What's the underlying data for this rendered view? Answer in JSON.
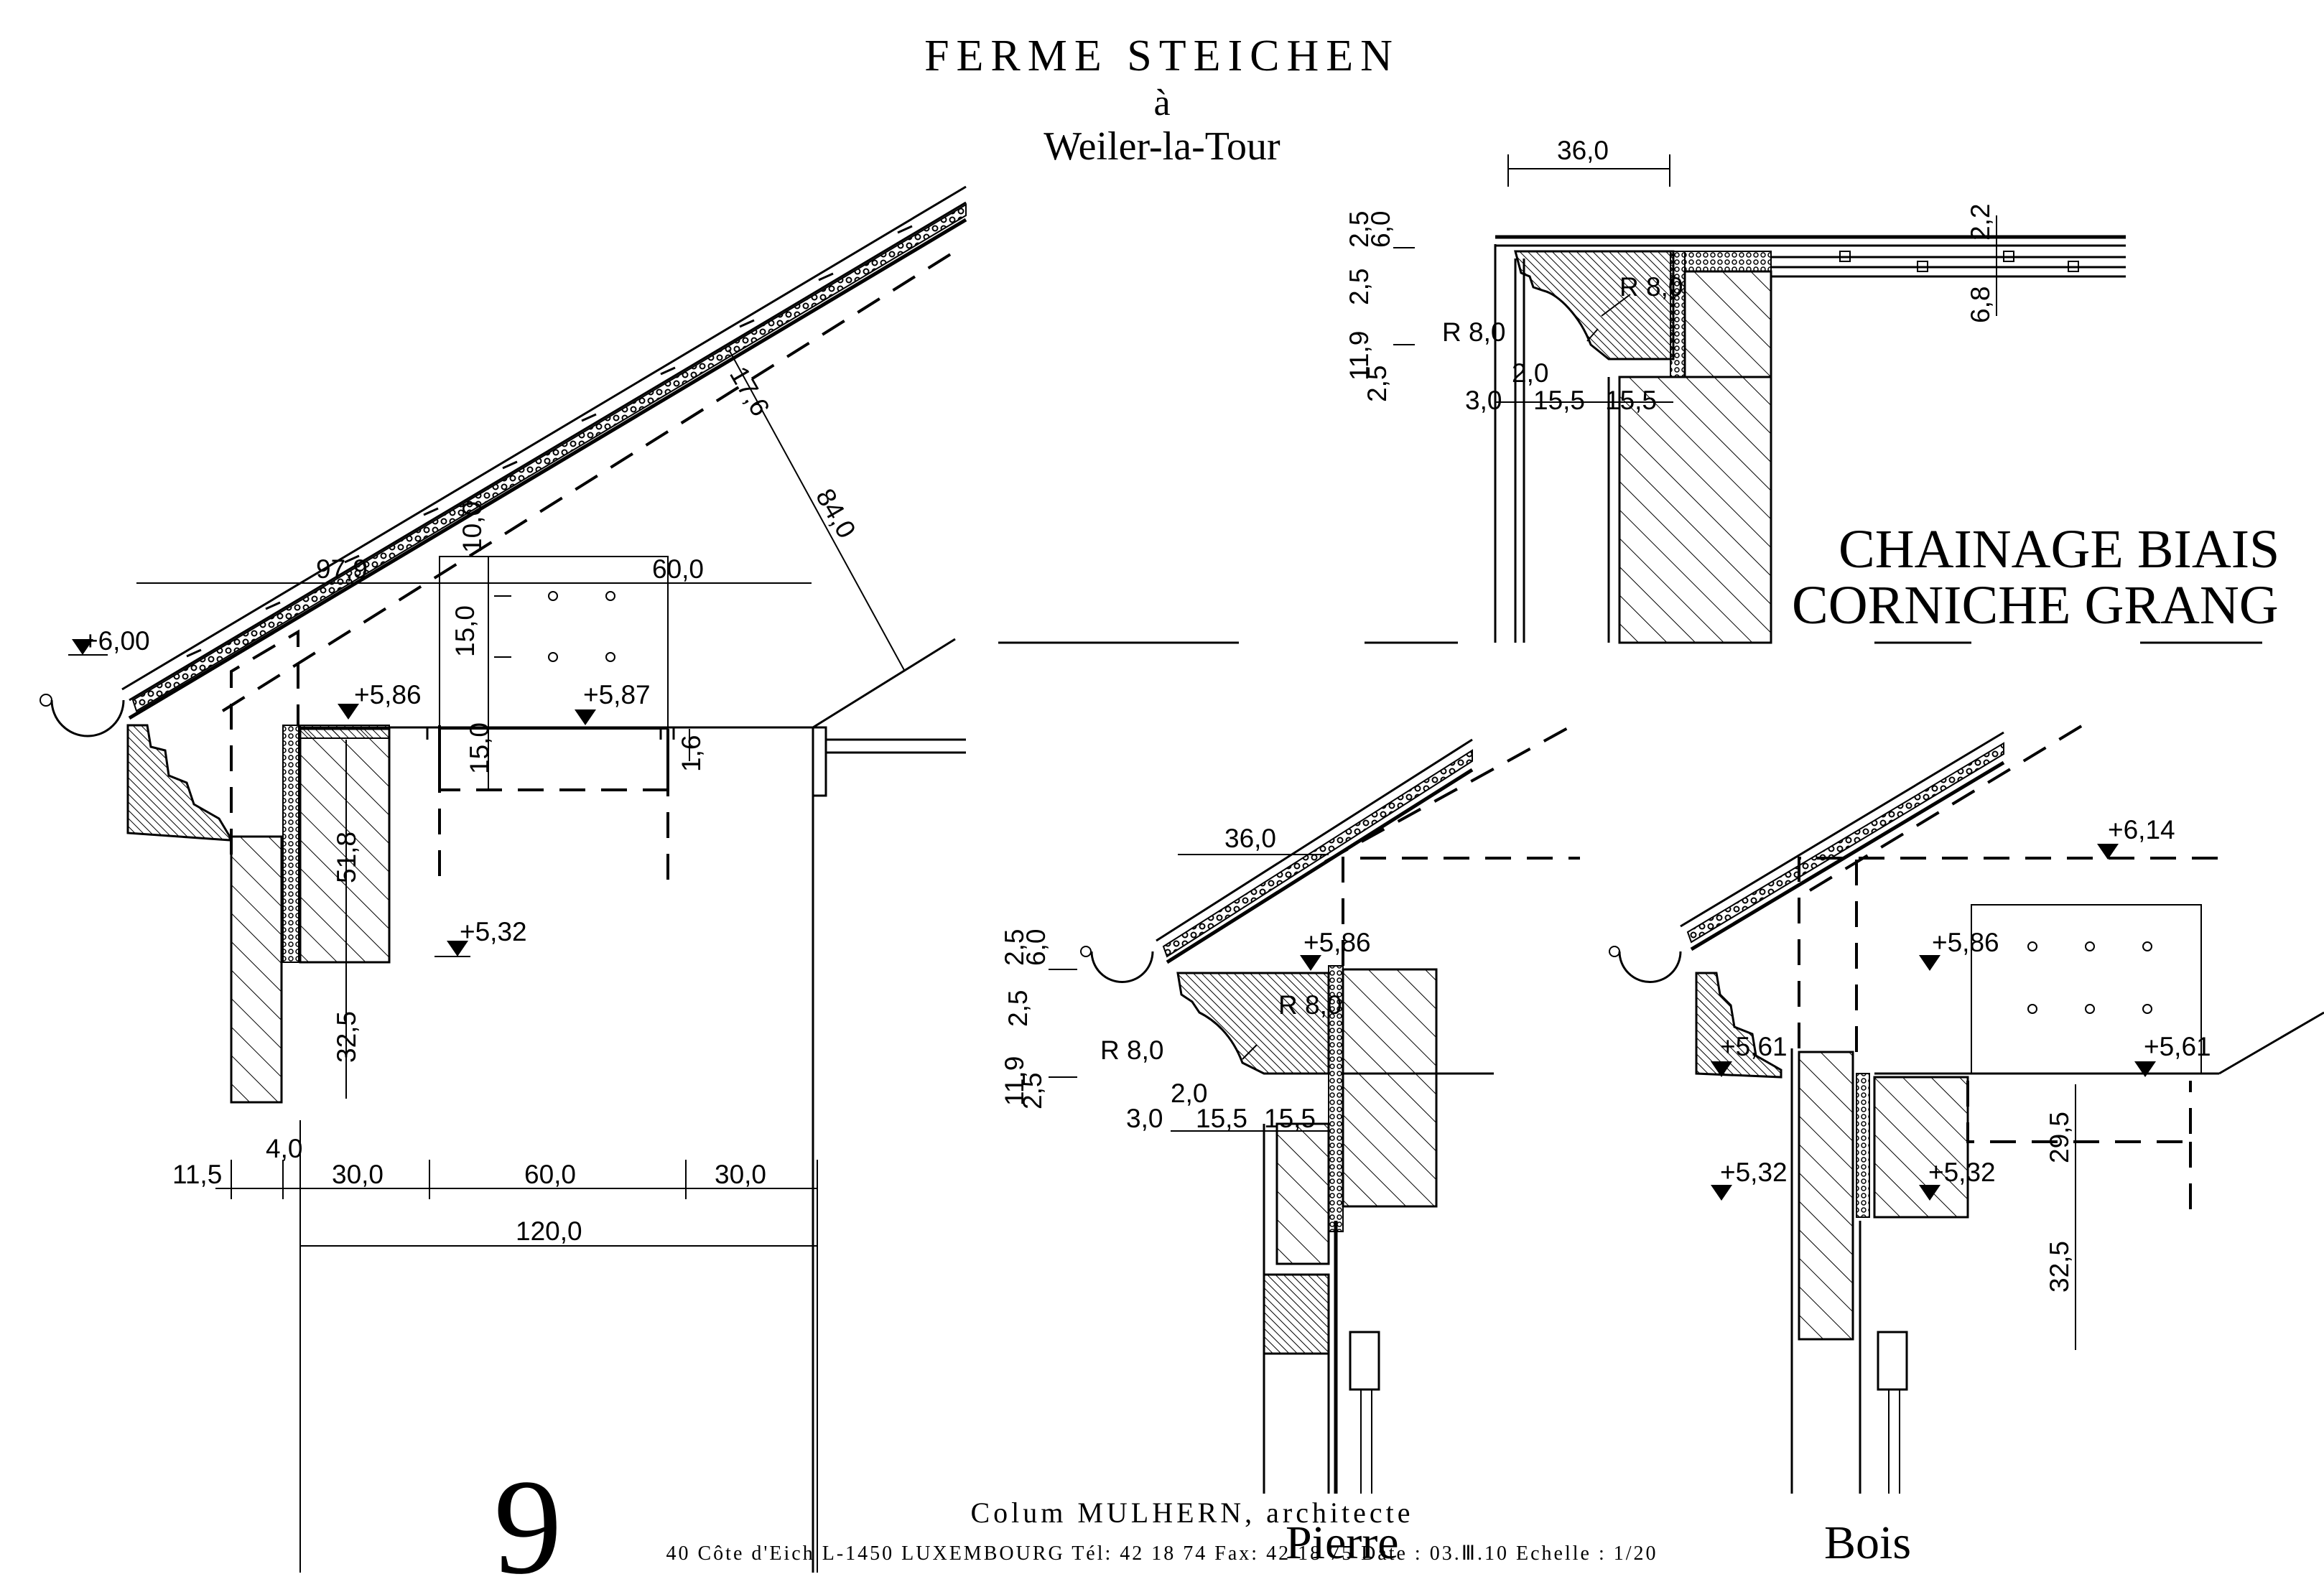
{
  "header": {
    "title": "FERME STEICHEN",
    "preposition": "à",
    "place": "Weiler-la-Tour"
  },
  "section_title": {
    "line1": "CHAINAGE BIAIS",
    "line2": "CORNICHE  GRANG"
  },
  "captions": {
    "stone": "Pierre",
    "wood": "Bois"
  },
  "footer": {
    "sheet_number": "9",
    "architect": "Colum MULHERN, architecte",
    "address": "40 Côte d'Eich  L-1450 LUXEMBOURG    Tél: 42 18 74    Fax: 42 18 75    Date : 03.Ⅲ.10    Echelle : 1/20"
  },
  "levels": {
    "main_600": "+6,00",
    "main_586": "+5,86",
    "main_587": "+5,87",
    "main_532": "+5,32",
    "stone_586": "+5,86",
    "wood_614": "+6,14",
    "wood_586": "+5,86",
    "wood_561_left": "+5,61",
    "wood_561_right": "+5,61",
    "wood_532_left": "+5,32",
    "wood_532_right": "+5,32"
  },
  "dims_main": {
    "d979": "97,9",
    "d600": "60,0",
    "d100": "10,0",
    "d150a": "15,0",
    "d150b": "15,0",
    "d176": "17,6",
    "d840": "84,0",
    "d16": "1,6",
    "d518": "51,8",
    "d325": "32,5",
    "d115": "11,5",
    "d40": "4,0",
    "d300a": "30,0",
    "d600b": "60,0",
    "d300b": "30,0",
    "d1200": "120,0"
  },
  "dims_detail": {
    "d360": "36,0",
    "d25a": "2,5",
    "d60": "6,0",
    "d25b": "2,5",
    "d119": "11,9",
    "d25c": "2,5",
    "r80a": "R 8,0",
    "r80b": "R 8,0",
    "d20": "2,0",
    "d30": "3,0",
    "d155a": "15,5",
    "d155b": "15,5",
    "d22": "2,2",
    "d68": "6,8"
  },
  "dims_stone": {
    "d360": "36,0",
    "d25a": "2,5",
    "d60": "6,0",
    "d25b": "2,5",
    "d119": "11,9",
    "d25c": "2,5",
    "r80a": "R 8,0",
    "r80b": "R 8,0",
    "d20": "2,0",
    "d30": "3,0",
    "d155a": "15,5",
    "d155b": "15,5"
  },
  "dims_wood": {
    "d295": "29,5",
    "d325": "32,5"
  }
}
